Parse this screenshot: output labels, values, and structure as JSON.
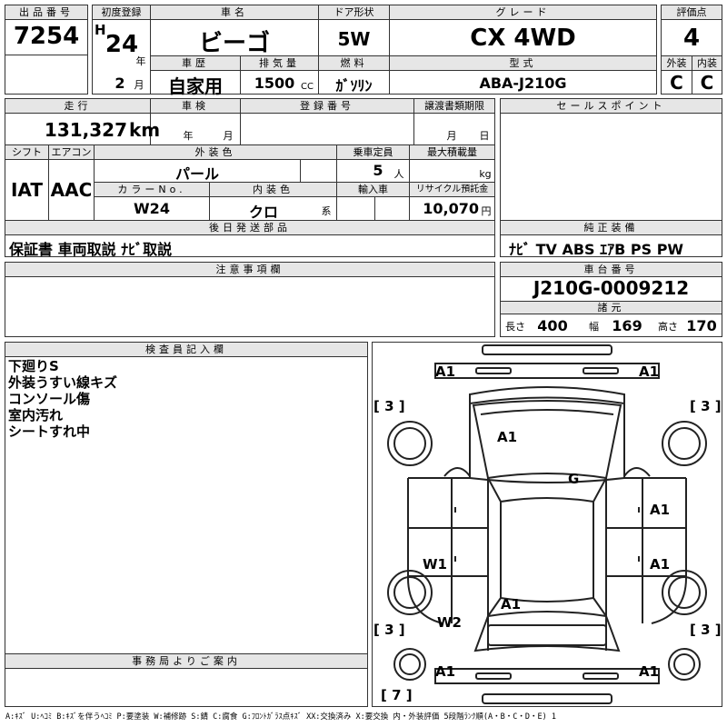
{
  "header": {
    "lot_label": "出品番号",
    "lot_no": "7254",
    "first_reg_label": "初度登録",
    "era": "H",
    "year": "24",
    "year_unit": "年",
    "month": "2",
    "month_unit": "月",
    "car_name_label": "車名",
    "car_name": "ビーゴ",
    "door_label": "ドア形状",
    "door": "5W",
    "grade_label": "グレード",
    "grade": "CX 4WD",
    "score_label": "評価点",
    "score": "4",
    "history_label": "車歴",
    "history": "自家用",
    "displacement_label": "排気量",
    "displacement": "1500",
    "cc_unit": "CC",
    "fuel_label": "燃料",
    "fuel": "ｶﾞｿﾘﾝ",
    "model_label": "型式",
    "model": "ABA-J210G",
    "exterior_label": "外装",
    "exterior_grade": "C",
    "interior_label": "内装",
    "interior_grade": "C"
  },
  "info": {
    "mileage_label": "走行",
    "mileage": "131,327",
    "km_unit": "km",
    "inspection_label": "車検",
    "insp_year_unit": "年",
    "insp_month_unit": "月",
    "reg_no_label": "登録番号",
    "transfer_label": "譲渡書類期限",
    "transfer_month_unit": "月",
    "transfer_day_unit": "日",
    "shift_label": "シフト",
    "shift": "IAT",
    "ac_label": "エアコン",
    "ac": "AAC",
    "ext_color_label": "外装色",
    "ext_color": "パール",
    "capacity_label": "乗車定員",
    "capacity": "5",
    "capacity_unit": "人",
    "max_load_label": "最大積載量",
    "max_load_unit": "kg",
    "color_no_label": "カラーNo.",
    "color_no": "W24",
    "int_color_label": "内装色",
    "int_color": "クロ",
    "int_color_unit": "系",
    "import_label": "輸入車",
    "recycle_label": "リサイクル預託金",
    "recycle": "10,070",
    "recycle_unit": "円",
    "later_parts_label": "後日発送部品",
    "later_parts": "保証書 車両取説 ﾅﾋﾞ取説",
    "notes_label": "注意事項欄"
  },
  "sales_points_label": "セールスポイント",
  "equipment_label": "純正装備",
  "equipment": "ﾅﾋﾞ TV ABS ｴｱB PS PW",
  "chassis": {
    "label": "車台番号",
    "number": "J210G-0009212",
    "dims_label": "諸元",
    "length_label": "長さ",
    "length": "400",
    "width_label": "幅",
    "width": "169",
    "height_label": "高さ",
    "height": "170"
  },
  "inspector": {
    "label": "検査員記入欄",
    "lines": [
      "下廻りS",
      "外装うすい線キズ",
      "コンソール傷",
      "室内汚れ",
      "シートすれ中"
    ]
  },
  "office": {
    "label": "事務局よりご案内"
  },
  "diagram_marks": [
    "A1",
    "A1",
    "A1",
    "G",
    "A1",
    "W1",
    "A1",
    "A1",
    "W2",
    "A1",
    "A1",
    "[ 3 ]",
    "[ 3 ]",
    "[ 3 ]",
    "[ 3 ]",
    "[ 7 ]"
  ],
  "legend": "A:ｷｽﾞ U:ﾍｺﾐ B:ｷｽﾞを伴うﾍｺﾐ P:要塗装 W:補修跡 S:錆 C:腐食 G:ﾌﾛﾝﾄｶﾞﾗｽ点ｷｽﾞ XX:交換済み X:要交換 内・外装評価 5段階ﾗﾝｸ順(A・B・C・D・E) 1"
}
